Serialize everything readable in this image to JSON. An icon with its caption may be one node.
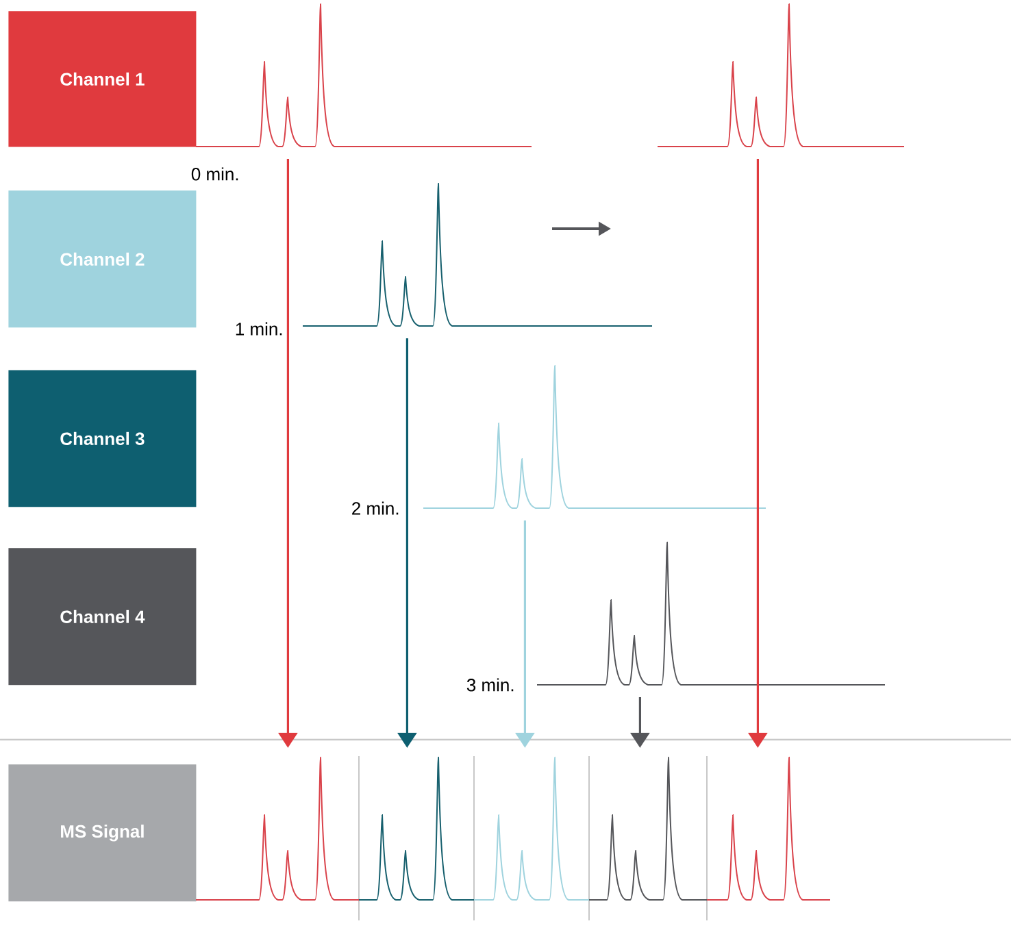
{
  "diagram": {
    "nodes": [
      {
        "text": [
          "Channel 1"
        ]
      },
      {
        "text": [
          "Channel 2"
        ]
      },
      {
        "text": [
          "Channel 3"
        ]
      },
      {
        "text": [
          "Channel 4"
        ]
      },
      {
        "text": [
          "MS Signal"
        ]
      },
      {
        "text": [],
        "shape": "picture",
        "beside": [
          "0 min."
        ]
      },
      {
        "text": [],
        "shape": "picture",
        "beside": [
          "1 min."
        ]
      },
      {
        "text": [],
        "shape": "picture",
        "beside": [
          "2 min."
        ]
      },
      {
        "text": [],
        "shape": "picture",
        "beside": [
          "3 min."
        ]
      },
      {
        "text": [],
        "shape": "picture"
      },
      {
        "text": [],
        "shape": "picture"
      },
      {
        "text": [],
        "shape": "picture"
      },
      {
        "text": [],
        "shape": "picture"
      },
      {
        "text": [],
        "shape": "picture"
      },
      {
        "text": [],
        "shape": "picture"
      }
    ],
    "edges": [
      {
        "from": 5,
        "to": 10,
        "arrow": "to",
        "color": "#e03a3e"
      },
      {
        "from": 6,
        "to": 11,
        "arrow": "to",
        "color": "#0e5f70"
      },
      {
        "from": 7,
        "to": 12,
        "arrow": "to",
        "color": "#9fd3de"
      },
      {
        "from": 8,
        "to": 13,
        "arrow": "to",
        "color": "#55565a"
      },
      {
        "from": 9,
        "to": 14,
        "arrow": "to",
        "color": "#e03a3e"
      }
    ]
  }
}
